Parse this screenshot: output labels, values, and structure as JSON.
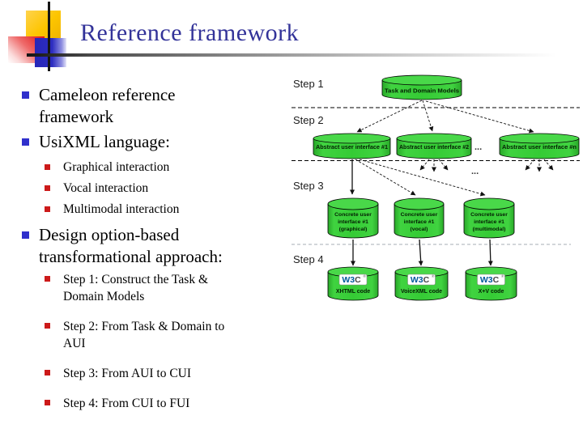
{
  "slide": {
    "title": "Reference framework"
  },
  "bullets": {
    "l1_items": [
      "Cameleon reference framework",
      "UsiXML language:",
      "Design option-based transformational approach:"
    ],
    "usixml_sub": [
      "Graphical interaction",
      "Vocal interaction",
      "Multimodal interaction"
    ],
    "design_sub": [
      "Step 1: Construct the Task & Domain Models",
      "Step 2: From Task & Domain to AUI",
      "Step 3: From AUI to CUI",
      "Step 4: From CUI to FUI"
    ]
  },
  "diagram": {
    "step_labels": [
      "Step 1",
      "Step 2",
      "Step 3",
      "Step 4"
    ],
    "task_model_label": "Task and Domain Models",
    "aui_labels": [
      "Abstract user interface #1",
      "Abstract user interface #2",
      "Abstract user interface #n"
    ],
    "ellipsis": "...",
    "cui_labels": [
      [
        "Concrete user",
        "interface #1",
        "(graphical)"
      ],
      [
        "Concrete user",
        "interface #1",
        "(vocal)"
      ],
      [
        "Concrete user",
        "interface #1",
        "(multimodal)"
      ]
    ],
    "w3c_logo": {
      "w3": "W3",
      "c": "C",
      "reg": "®"
    },
    "fui_labels": [
      "XHTML code",
      "VoiceXML code",
      "X+V code"
    ]
  },
  "colors": {
    "title": "#333399",
    "bullet_level1": "#3030cc",
    "bullet_level2": "#cc1a1a",
    "cylinder_green": "#33cc33",
    "w3c_blue": "#005a9c"
  }
}
